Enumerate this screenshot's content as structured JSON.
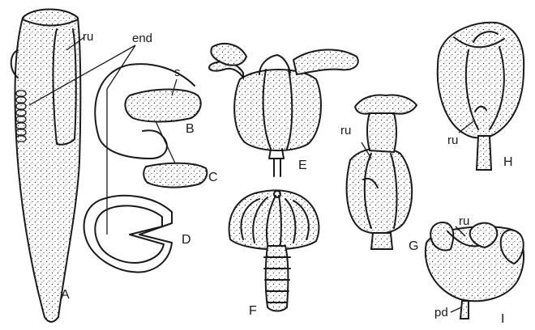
{
  "figure": {
    "labels": {
      "A": "A",
      "B": "B",
      "C": "C",
      "D": "D",
      "E": "E",
      "F": "F",
      "G": "G",
      "H": "H",
      "I": "I"
    },
    "annotations": {
      "ru_a": "ru",
      "end": "end",
      "s": "s",
      "ru_g": "ru",
      "ru_h": "ru",
      "ru_i": "ru",
      "pd": "pd"
    }
  }
}
